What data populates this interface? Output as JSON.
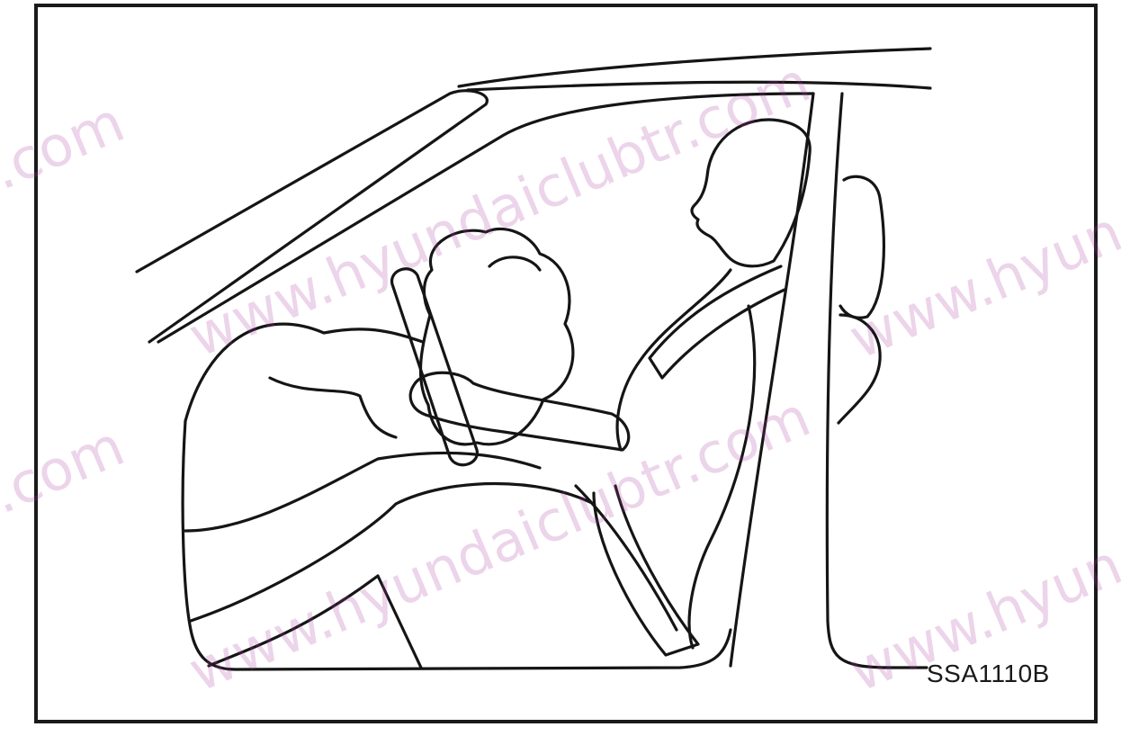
{
  "figure": {
    "code": "SSA1110B"
  },
  "watermarks": [
    {
      "text": "www.hyundaiclubtr.com"
    },
    {
      "text": "www.hyundaiclubtr.com"
    },
    {
      "text": "www.hyun"
    },
    {
      "text": "www.hyun"
    },
    {
      "text": "r.com"
    },
    {
      "text": "r.com"
    }
  ],
  "colors": {
    "line": "#151515",
    "watermark": "#aa3ca0"
  }
}
